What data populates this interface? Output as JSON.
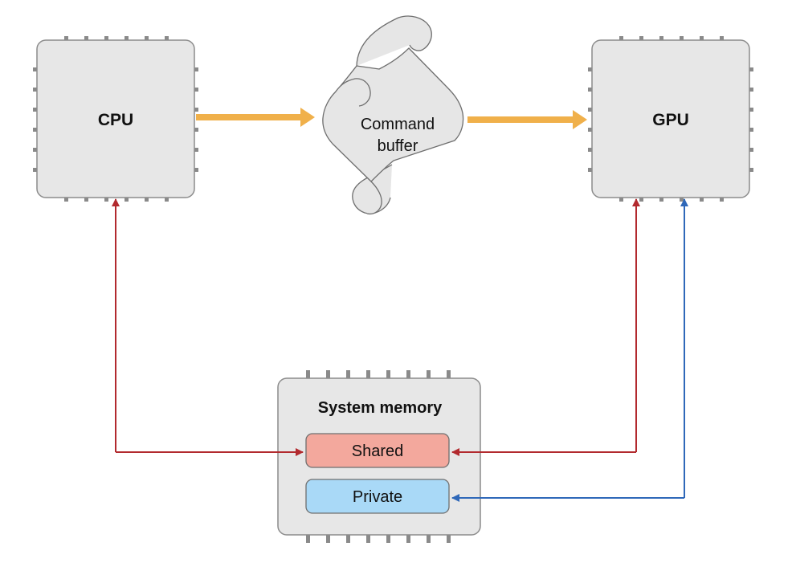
{
  "nodes": {
    "cpu": {
      "label": "CPU"
    },
    "gpu": {
      "label": "GPU"
    },
    "command_buffer": {
      "line1": "Command",
      "line2": "buffer"
    },
    "system_memory": {
      "title": "System memory",
      "shared": {
        "label": "Shared",
        "color": "#f3a89d"
      },
      "private": {
        "label": "Private",
        "color": "#a9d9f7"
      }
    }
  },
  "colors": {
    "command_flow": "#f0b04a",
    "shared_access": "#b22a2e",
    "private_access": "#2f68b9",
    "chip_fill": "#e7e7e7",
    "chip_pin": "#8a8a8a"
  },
  "connections": [
    {
      "from": "cpu",
      "to": "command_buffer",
      "kind": "command_flow"
    },
    {
      "from": "command_buffer",
      "to": "gpu",
      "kind": "command_flow"
    },
    {
      "from": "shared",
      "to": "cpu",
      "kind": "shared_access",
      "bidirectional": true
    },
    {
      "from": "shared",
      "to": "gpu",
      "kind": "shared_access",
      "bidirectional": true
    },
    {
      "from": "private",
      "to": "gpu",
      "kind": "private_access",
      "bidirectional": true
    }
  ]
}
